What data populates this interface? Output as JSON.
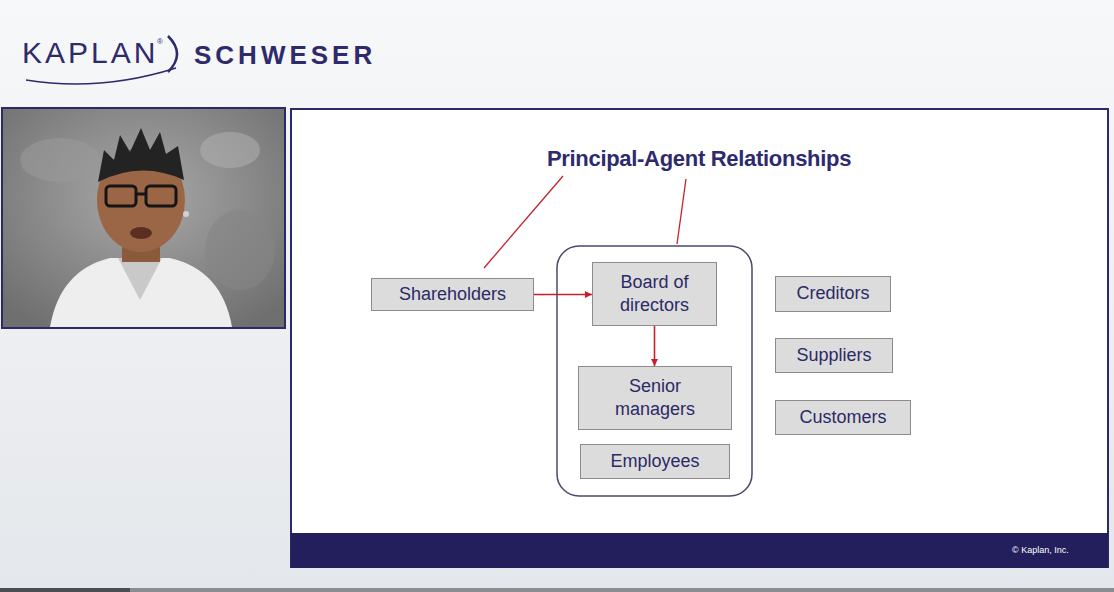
{
  "diagram": {
    "title": "Principal-Agent Relationships",
    "nodes": [
      {
        "text": [
          "Shareholders"
        ]
      },
      {
        "text": [
          "Board of directors"
        ]
      },
      {
        "text": [
          "Senior managers"
        ]
      },
      {
        "text": [
          "Employees"
        ]
      },
      {
        "text": [
          "Creditors"
        ]
      },
      {
        "text": [
          "Suppliers"
        ]
      },
      {
        "text": [
          "Customers"
        ]
      }
    ],
    "edges": [
      {
        "from": 0,
        "to": 1,
        "arrow": "to"
      },
      {
        "from": 1,
        "to": 2,
        "arrow": "to"
      }
    ],
    "labels": [
      "KAPLAN",
      "®",
      "SCHWESER",
      "© Kaplan, Inc."
    ]
  }
}
